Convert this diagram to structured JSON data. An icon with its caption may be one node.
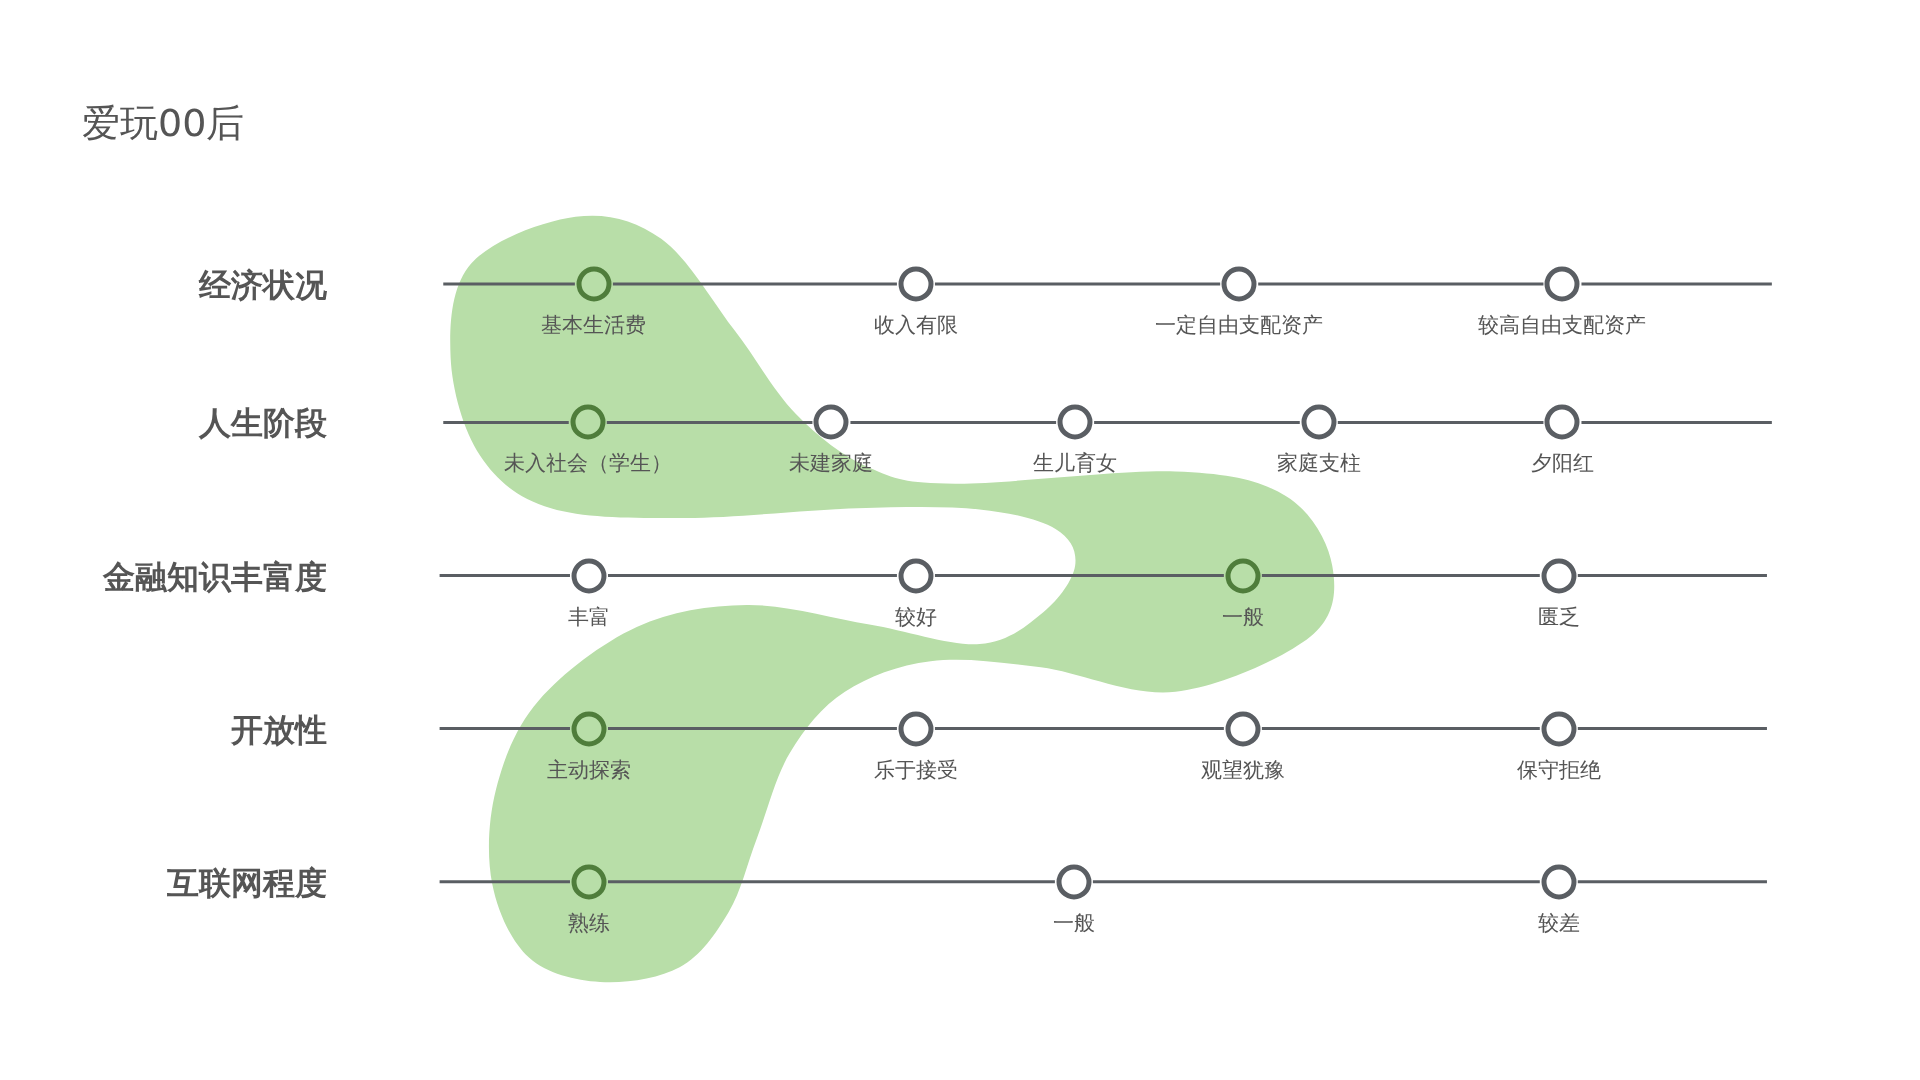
{
  "diagram": {
    "title": "爱玩00后",
    "nodes": [
      {
        "text": [
          "基本生活费"
        ]
      },
      {
        "text": [
          "收入有限"
        ]
      },
      {
        "text": [
          "一定自由支配资产"
        ]
      },
      {
        "text": [
          "较高自由支配资产"
        ]
      },
      {
        "text": [
          "未入社会（学生）"
        ]
      },
      {
        "text": [
          "未建家庭"
        ]
      },
      {
        "text": [
          "生儿育女"
        ]
      },
      {
        "text": [
          "家庭支柱"
        ]
      },
      {
        "text": [
          "夕阳红"
        ]
      },
      {
        "text": [
          "丰富"
        ]
      },
      {
        "text": [
          "较好"
        ]
      },
      {
        "text": [
          "一般"
        ]
      },
      {
        "text": [
          "匮乏"
        ]
      },
      {
        "text": [
          "主动探索"
        ]
      },
      {
        "text": [
          "乐于接受"
        ]
      },
      {
        "text": [
          "观望犹豫"
        ]
      },
      {
        "text": [
          "保守拒绝"
        ]
      },
      {
        "text": [
          "熟练"
        ]
      },
      {
        "text": [
          "一般"
        ]
      },
      {
        "text": [
          "较差"
        ]
      }
    ],
    "edges": [
      {
        "from": 0,
        "to": 1,
        "arrow": "none"
      },
      {
        "from": 1,
        "to": 2,
        "arrow": "none"
      },
      {
        "from": 2,
        "to": 3,
        "arrow": "none"
      },
      {
        "from": 4,
        "to": 5,
        "arrow": "none"
      },
      {
        "from": 5,
        "to": 6,
        "arrow": "none"
      },
      {
        "from": 6,
        "to": 7,
        "arrow": "none"
      },
      {
        "from": 7,
        "to": 8,
        "arrow": "none"
      },
      {
        "from": 9,
        "to": 10,
        "arrow": "none"
      },
      {
        "from": 10,
        "to": 11,
        "arrow": "none"
      },
      {
        "from": 11,
        "to": 12,
        "arrow": "none"
      },
      {
        "from": 13,
        "to": 14,
        "arrow": "none"
      },
      {
        "from": 14,
        "to": 15,
        "arrow": "none"
      },
      {
        "from": 15,
        "to": 16,
        "arrow": "none"
      },
      {
        "from": 17,
        "to": 18,
        "arrow": "none"
      },
      {
        "from": 18,
        "to": 19,
        "arrow": "none"
      }
    ],
    "labels": [
      "经济状况",
      "人生阶段",
      "金融知识丰富度",
      "开放性",
      "互联网程度"
    ]
  }
}
